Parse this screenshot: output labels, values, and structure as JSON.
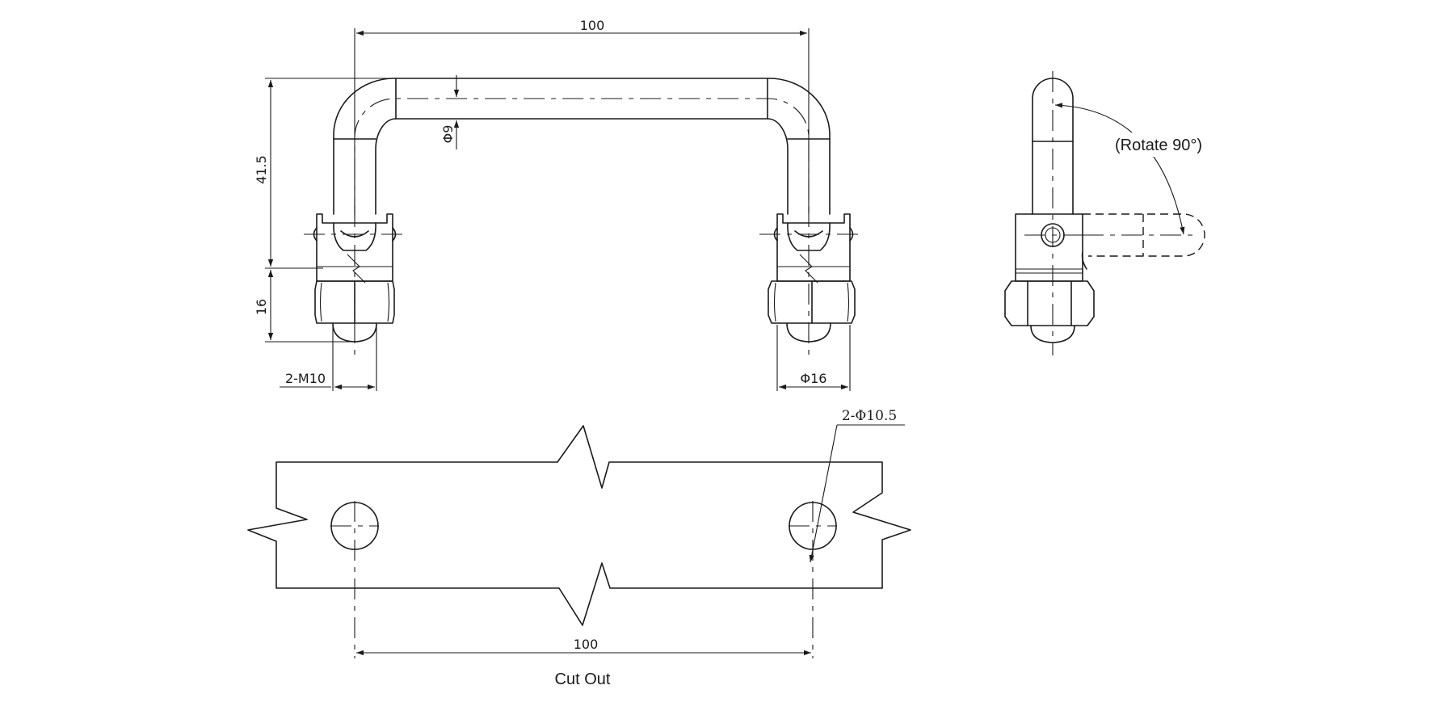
{
  "dimensions": {
    "top_width": "100",
    "handle_height": "41.5",
    "base_height": "16",
    "rod_diameter": "Φ9",
    "thread": "2-M10",
    "collar_diameter": "Φ16",
    "hole_diameter": "2-Φ10.5",
    "cutout_width": "100"
  },
  "notes": {
    "rotate": "(Rotate 90°)",
    "cutout_title": "Cut Out"
  }
}
